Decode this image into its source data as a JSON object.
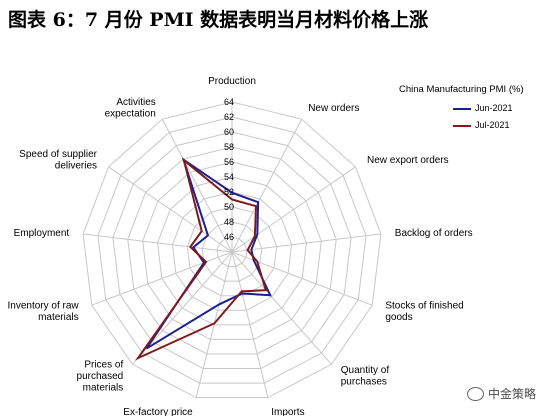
{
  "title": "图表 6：7 月份 PMI 数据表明当月材料价格上涨",
  "watermark": "中金策略",
  "legend": {
    "title": "China Manufacturing PMI (%)",
    "items": [
      "Jun-2021",
      "Jul-2021"
    ]
  },
  "colors": {
    "jun": "#1f1f8f",
    "jul": "#7f1a1a",
    "grid": "#c8c8c8"
  },
  "chart_data": {
    "type": "radar",
    "categories": [
      "Production",
      "New orders",
      "New export orders",
      "Backlog of orders",
      "Stocks of finished goods",
      "Quantity of purchases",
      "Imports",
      "Ex-factory price",
      "Prices of purchased materials",
      "Inventory of raw materials",
      "Employment",
      "Speed of supplier deliveries",
      "Activities expectation"
    ],
    "ticks": [
      46,
      48,
      50,
      52,
      54,
      56,
      58,
      60,
      62,
      64
    ],
    "range": [
      44,
      64
    ],
    "series": [
      {
        "name": "Jun-2021",
        "values": [
          51.9,
          51.5,
          48.1,
          46.6,
          47.1,
          51.7,
          49.7,
          51.2,
          61.2,
          48.0,
          49.2,
          47.9,
          57.9
        ]
      },
      {
        "name": "Jul-2021",
        "values": [
          51.0,
          50.9,
          47.7,
          46.1,
          47.6,
          50.8,
          49.4,
          53.8,
          62.9,
          47.7,
          49.6,
          48.9,
          57.8
        ]
      }
    ]
  }
}
